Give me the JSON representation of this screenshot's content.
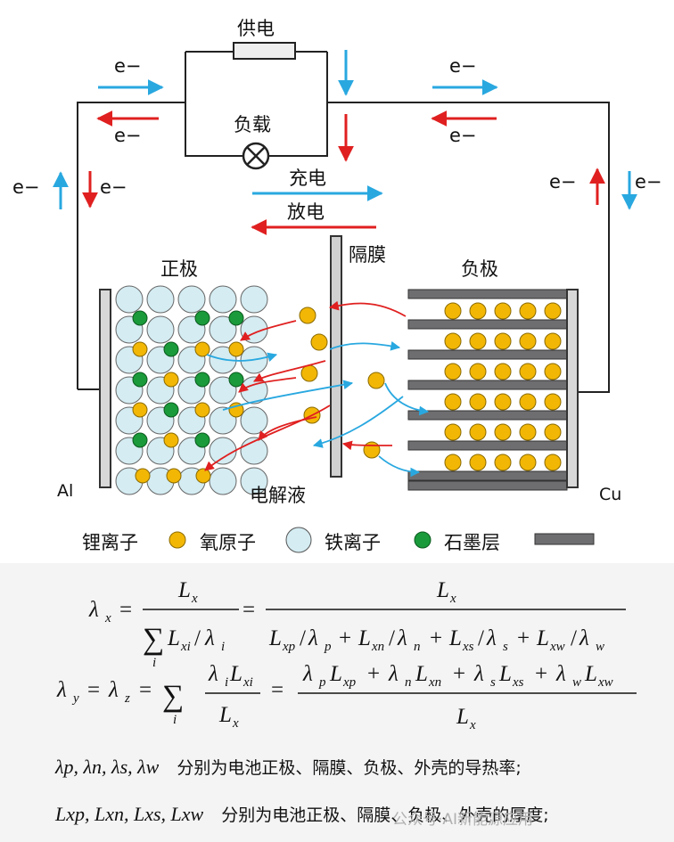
{
  "labels": {
    "power": "供电",
    "load": "负载",
    "charge": "充电",
    "discharge": "放电",
    "separator": "隔膜",
    "cathode": "正极",
    "anode": "负极",
    "electrolyte": "电解液",
    "al": "Al",
    "cu": "Cu",
    "electron": "e−"
  },
  "legend": {
    "li": "锂离子",
    "o": "氧原子",
    "fe": "铁离子",
    "graphite": "石墨层"
  },
  "colors": {
    "charge_arrow": "#29a8e0",
    "discharge_arrow": "#e02020",
    "li_ion": "#f2b705",
    "oxygen": "#d4ecf2",
    "iron": "#1a9a3a",
    "graphite": "#6e6e70",
    "background_formula": "#f4f4f5"
  },
  "formulas": {
    "f1": "λx = Lx / Σi Lxi/λi = Lx / (Lxp/λp + Lxn/λn + Lxs/λs + Lxw/λw)",
    "f2": "λy = λz = Σi λi Lxi / Lx = (λp Lxp + λn Lxn + λs Lxs + λw Lxw) / Lx"
  },
  "notes": {
    "line1_symbols": "λp, λn, λs, λw",
    "line1_text": "分别为电池正极、隔膜、负极、外壳的导热率;",
    "line2_symbols": "Lxp, Lxn, Lxs, Lxw",
    "line2_text": "分别为电池正极、隔膜、负极、外壳的厚度;"
  },
  "watermark": "公众号·AI新能源应用"
}
